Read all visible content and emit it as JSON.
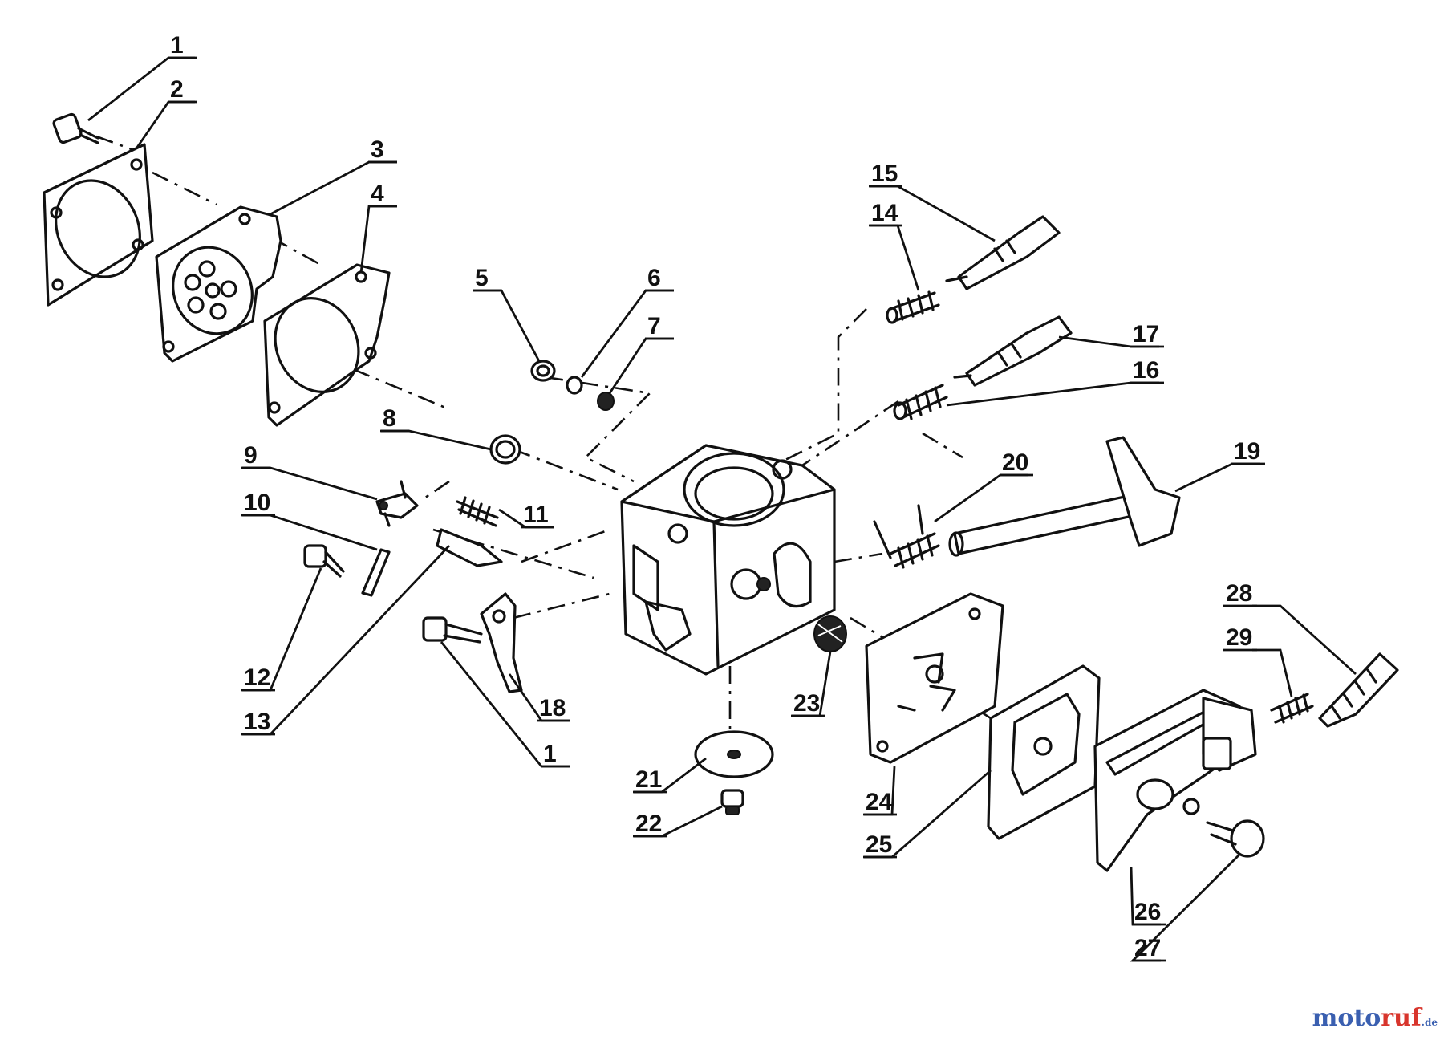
{
  "callouts": [
    {
      "label": "1"
    },
    {
      "label": "2"
    },
    {
      "label": "3"
    },
    {
      "label": "4"
    },
    {
      "label": "5"
    },
    {
      "label": "6"
    },
    {
      "label": "7"
    },
    {
      "label": "8"
    },
    {
      "label": "9"
    },
    {
      "label": "10"
    },
    {
      "label": "11"
    },
    {
      "label": "12"
    },
    {
      "label": "13"
    },
    {
      "label": "14"
    },
    {
      "label": "15"
    },
    {
      "label": "16"
    },
    {
      "label": "17"
    },
    {
      "label": "18"
    },
    {
      "label": "1"
    },
    {
      "label": "19"
    },
    {
      "label": "20"
    },
    {
      "label": "21"
    },
    {
      "label": "22"
    },
    {
      "label": "23"
    },
    {
      "label": "24"
    },
    {
      "label": "25"
    },
    {
      "label": "26"
    },
    {
      "label": "27"
    },
    {
      "label": "28"
    },
    {
      "label": "29"
    }
  ],
  "watermark": {
    "brand_a": "moto",
    "brand_b": "ruf",
    "suffix": ".de"
  }
}
